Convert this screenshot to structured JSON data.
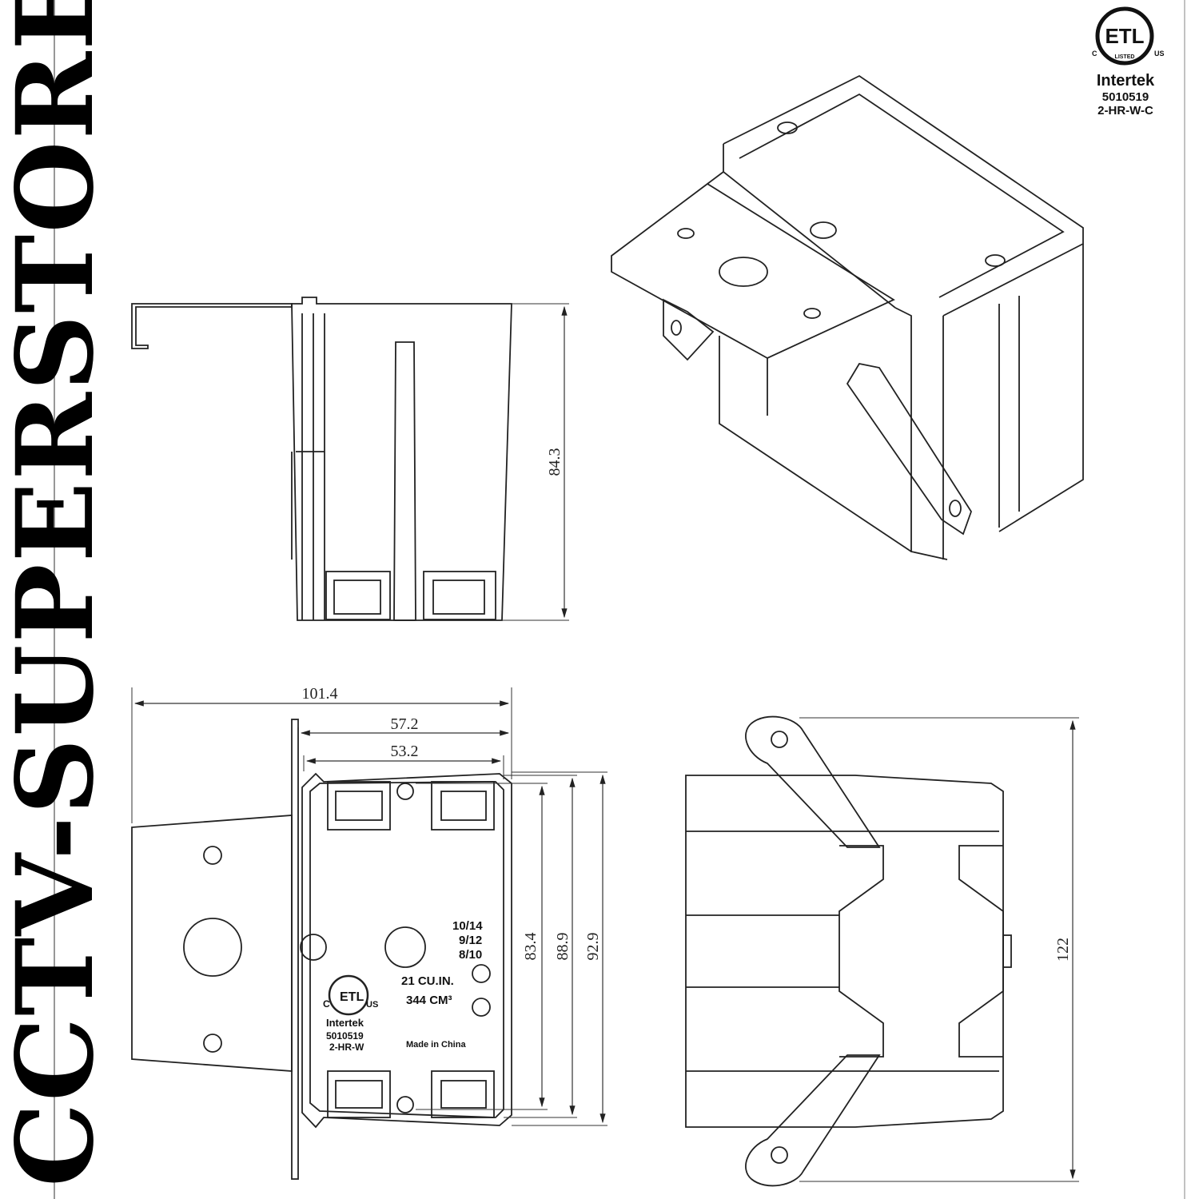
{
  "watermark": "CCTV-SUPERSTORE",
  "certification": {
    "mark_left": "C",
    "mark_center": "ETL",
    "mark_sub": "LISTED",
    "mark_right": "US",
    "brand": "Intertek",
    "number": "5010519",
    "model": "2-HR-W-C"
  },
  "side_view": {
    "height_dim": "84.3"
  },
  "front_view": {
    "overall_width": "101.4",
    "outer_width": "57.2",
    "inner_width": "53.2",
    "inner_height": "83.4",
    "mid_height": "88.9",
    "outer_height": "92.9",
    "wire_gauge_1": "10/14",
    "wire_gauge_2": "9/12",
    "wire_gauge_3": "8/10",
    "volume_in": "21 CU.IN.",
    "volume_cm": "344 CM³",
    "origin": "Made in China",
    "mark_left": "C",
    "mark_center": "ETL",
    "mark_right": "US",
    "brand": "Intertek",
    "number": "5010519",
    "model": "2-HR-W"
  },
  "bottom_view": {
    "height_dim": "122"
  }
}
